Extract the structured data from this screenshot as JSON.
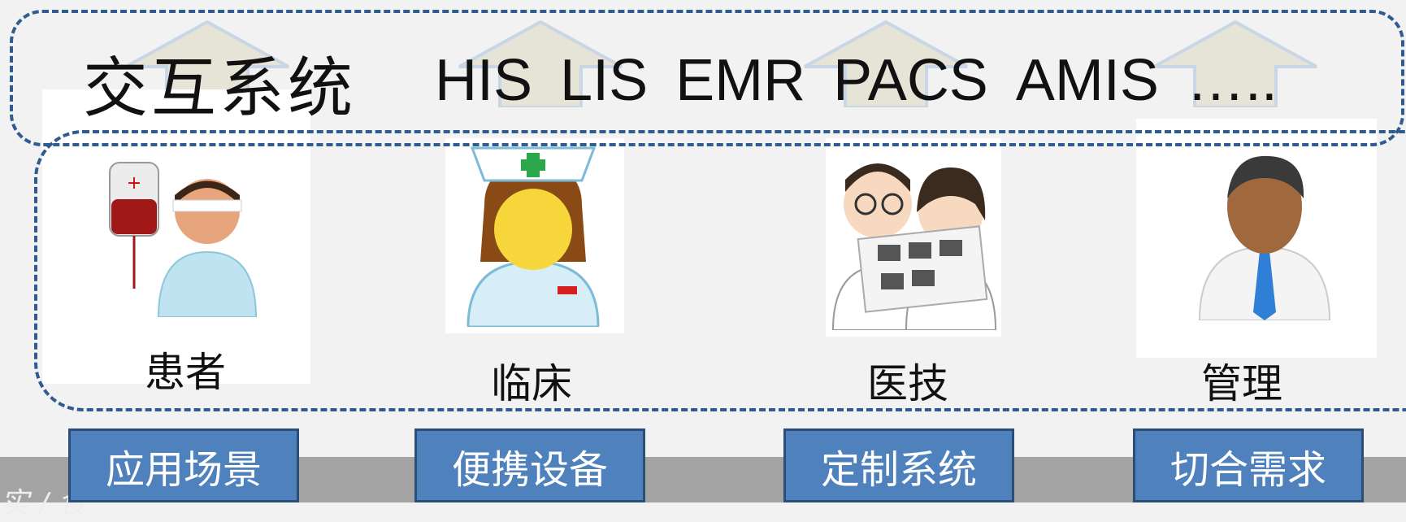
{
  "header": {
    "title": "交互系统",
    "systems": [
      "HIS",
      "LIS",
      "EMR",
      "PACS",
      "AMIS",
      "….."
    ]
  },
  "roles": [
    {
      "label": "患者",
      "icon": "patient-icon"
    },
    {
      "label": "临床",
      "icon": "nurse-icon"
    },
    {
      "label": "医技",
      "icon": "technicians-icon"
    },
    {
      "label": "管理",
      "icon": "manager-icon"
    }
  ],
  "buttons": [
    "应用场景",
    "便携设备",
    "定制系统",
    "切合需求"
  ],
  "footer": {
    "text": "实 / 食"
  },
  "colors": {
    "accent": "#4f81bd",
    "border": "#2f5b8f",
    "band": "#a3a3a3"
  }
}
